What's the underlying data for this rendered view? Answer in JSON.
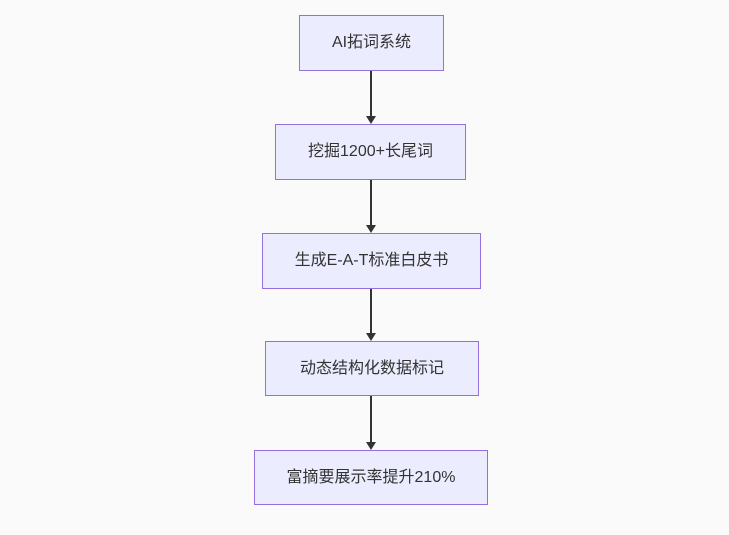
{
  "canvas": {
    "background_color": "#fafafa"
  },
  "diagram": {
    "type": "flowchart-top-down",
    "node_fill_color": "#ECECFF",
    "node_border_color": "#9370DB",
    "node_text_color": "#333333",
    "edge_color": "#333333",
    "nodes": [
      {
        "id": "A",
        "label": "AI拓词系统"
      },
      {
        "id": "B",
        "label": "挖掘1200+长尾词"
      },
      {
        "id": "C",
        "label": "生成E-A-T标准白皮书"
      },
      {
        "id": "D",
        "label": "动态结构化数据标记"
      },
      {
        "id": "E",
        "label": "富摘要展示率提升210%"
      }
    ],
    "edges": [
      {
        "from": "A",
        "to": "B"
      },
      {
        "from": "B",
        "to": "C"
      },
      {
        "from": "C",
        "to": "D"
      },
      {
        "from": "D",
        "to": "E"
      }
    ]
  }
}
